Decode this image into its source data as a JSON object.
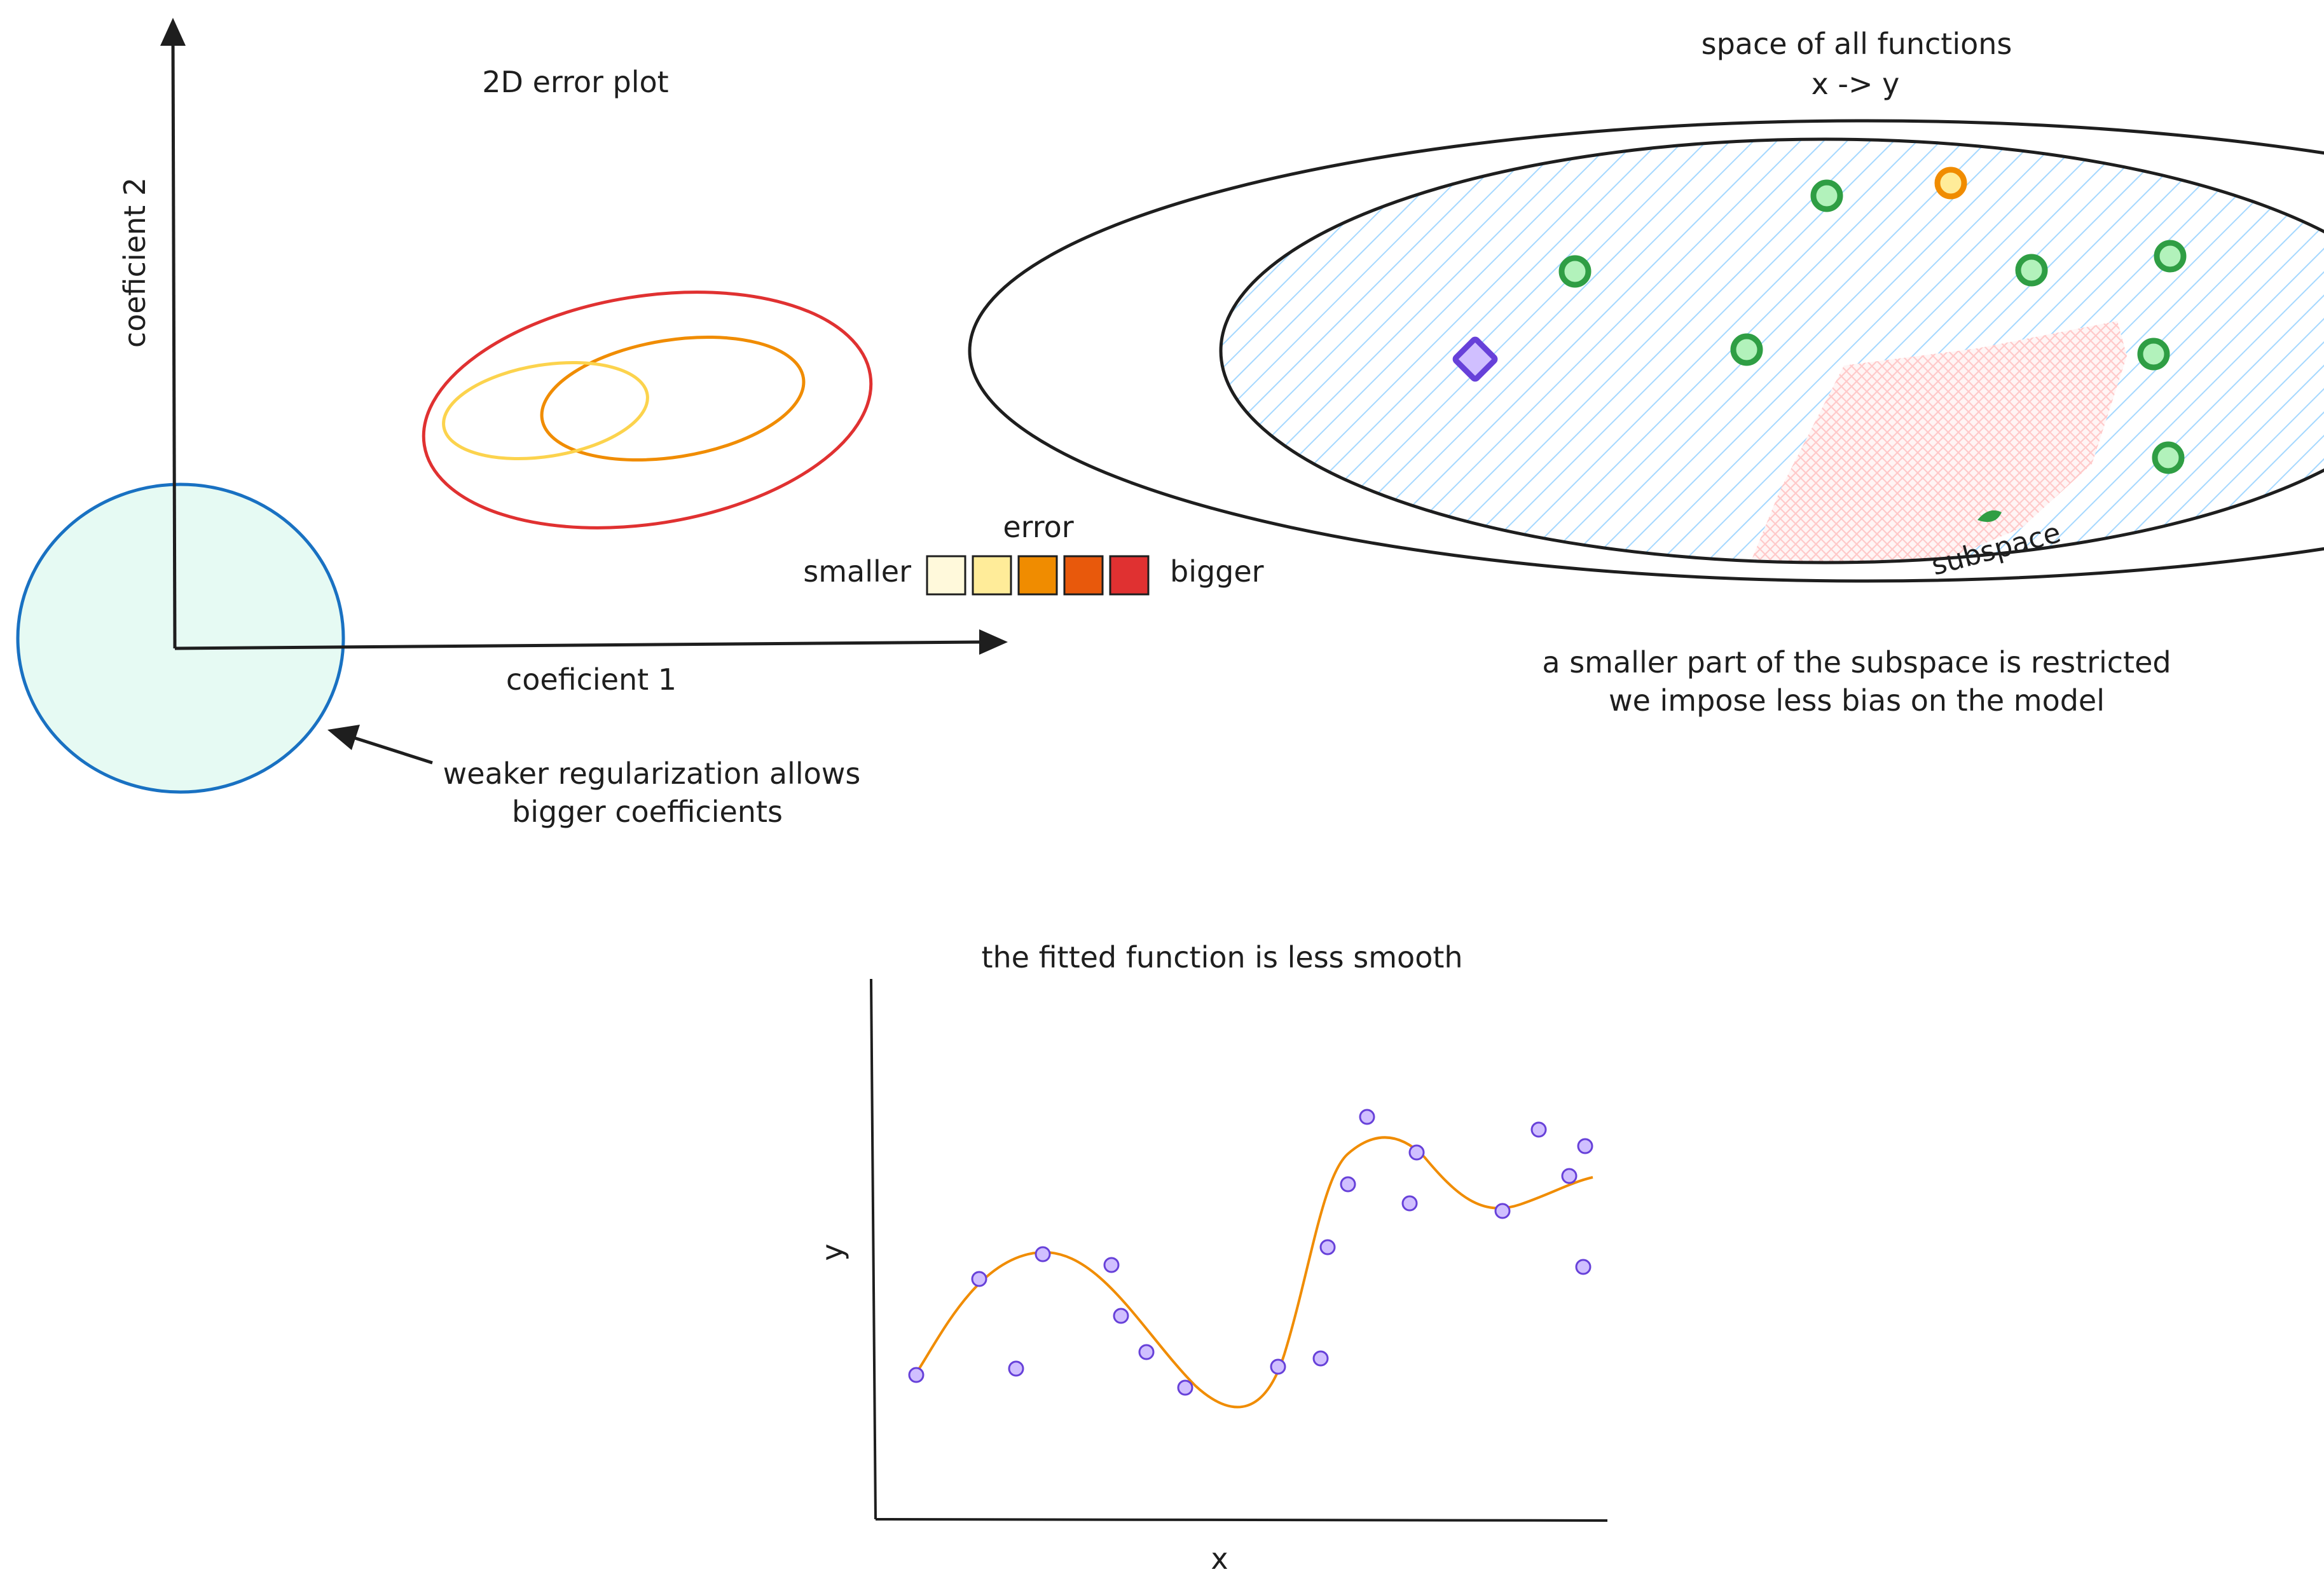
{
  "error_plot": {
    "title": "2D error plot",
    "x_axis_label": "coeficient 1",
    "y_axis_label": "coeficient 2",
    "annotation_line1": "weaker regularization allows",
    "annotation_line2": "bigger coefficients",
    "contour_colors": [
      "#fcd34d",
      "#f08c00",
      "#e03131"
    ],
    "regularization_fill": "#e6faf3",
    "regularization_stroke": "#1971c2"
  },
  "error_legend": {
    "title": "error",
    "left_label": "smaller",
    "right_label": "bigger",
    "swatches": [
      "#fff9db",
      "#ffec99",
      "#f08c00",
      "#e8590c",
      "#e03131"
    ]
  },
  "function_space": {
    "title_line1": "space of all functions",
    "title_line2": "x -> y",
    "subspace_label": "subspace",
    "caption_line1": "a smaller part of the subspace is restricted",
    "caption_line2": "we impose less bias on the model",
    "hatch_color": "#a5d8ff",
    "restricted_color": "#ffc9c9",
    "candidate_color": "#2f9e44",
    "best_in_subspace_color": "#f08c00",
    "true_function_color": "#6741d9"
  },
  "fit_plot": {
    "title": "the fitted function is less smooth",
    "x_label": "x",
    "y_label": "y",
    "curve_color": "#f08c00",
    "point_fill": "#d0bfff",
    "point_stroke": "#6741d9"
  }
}
